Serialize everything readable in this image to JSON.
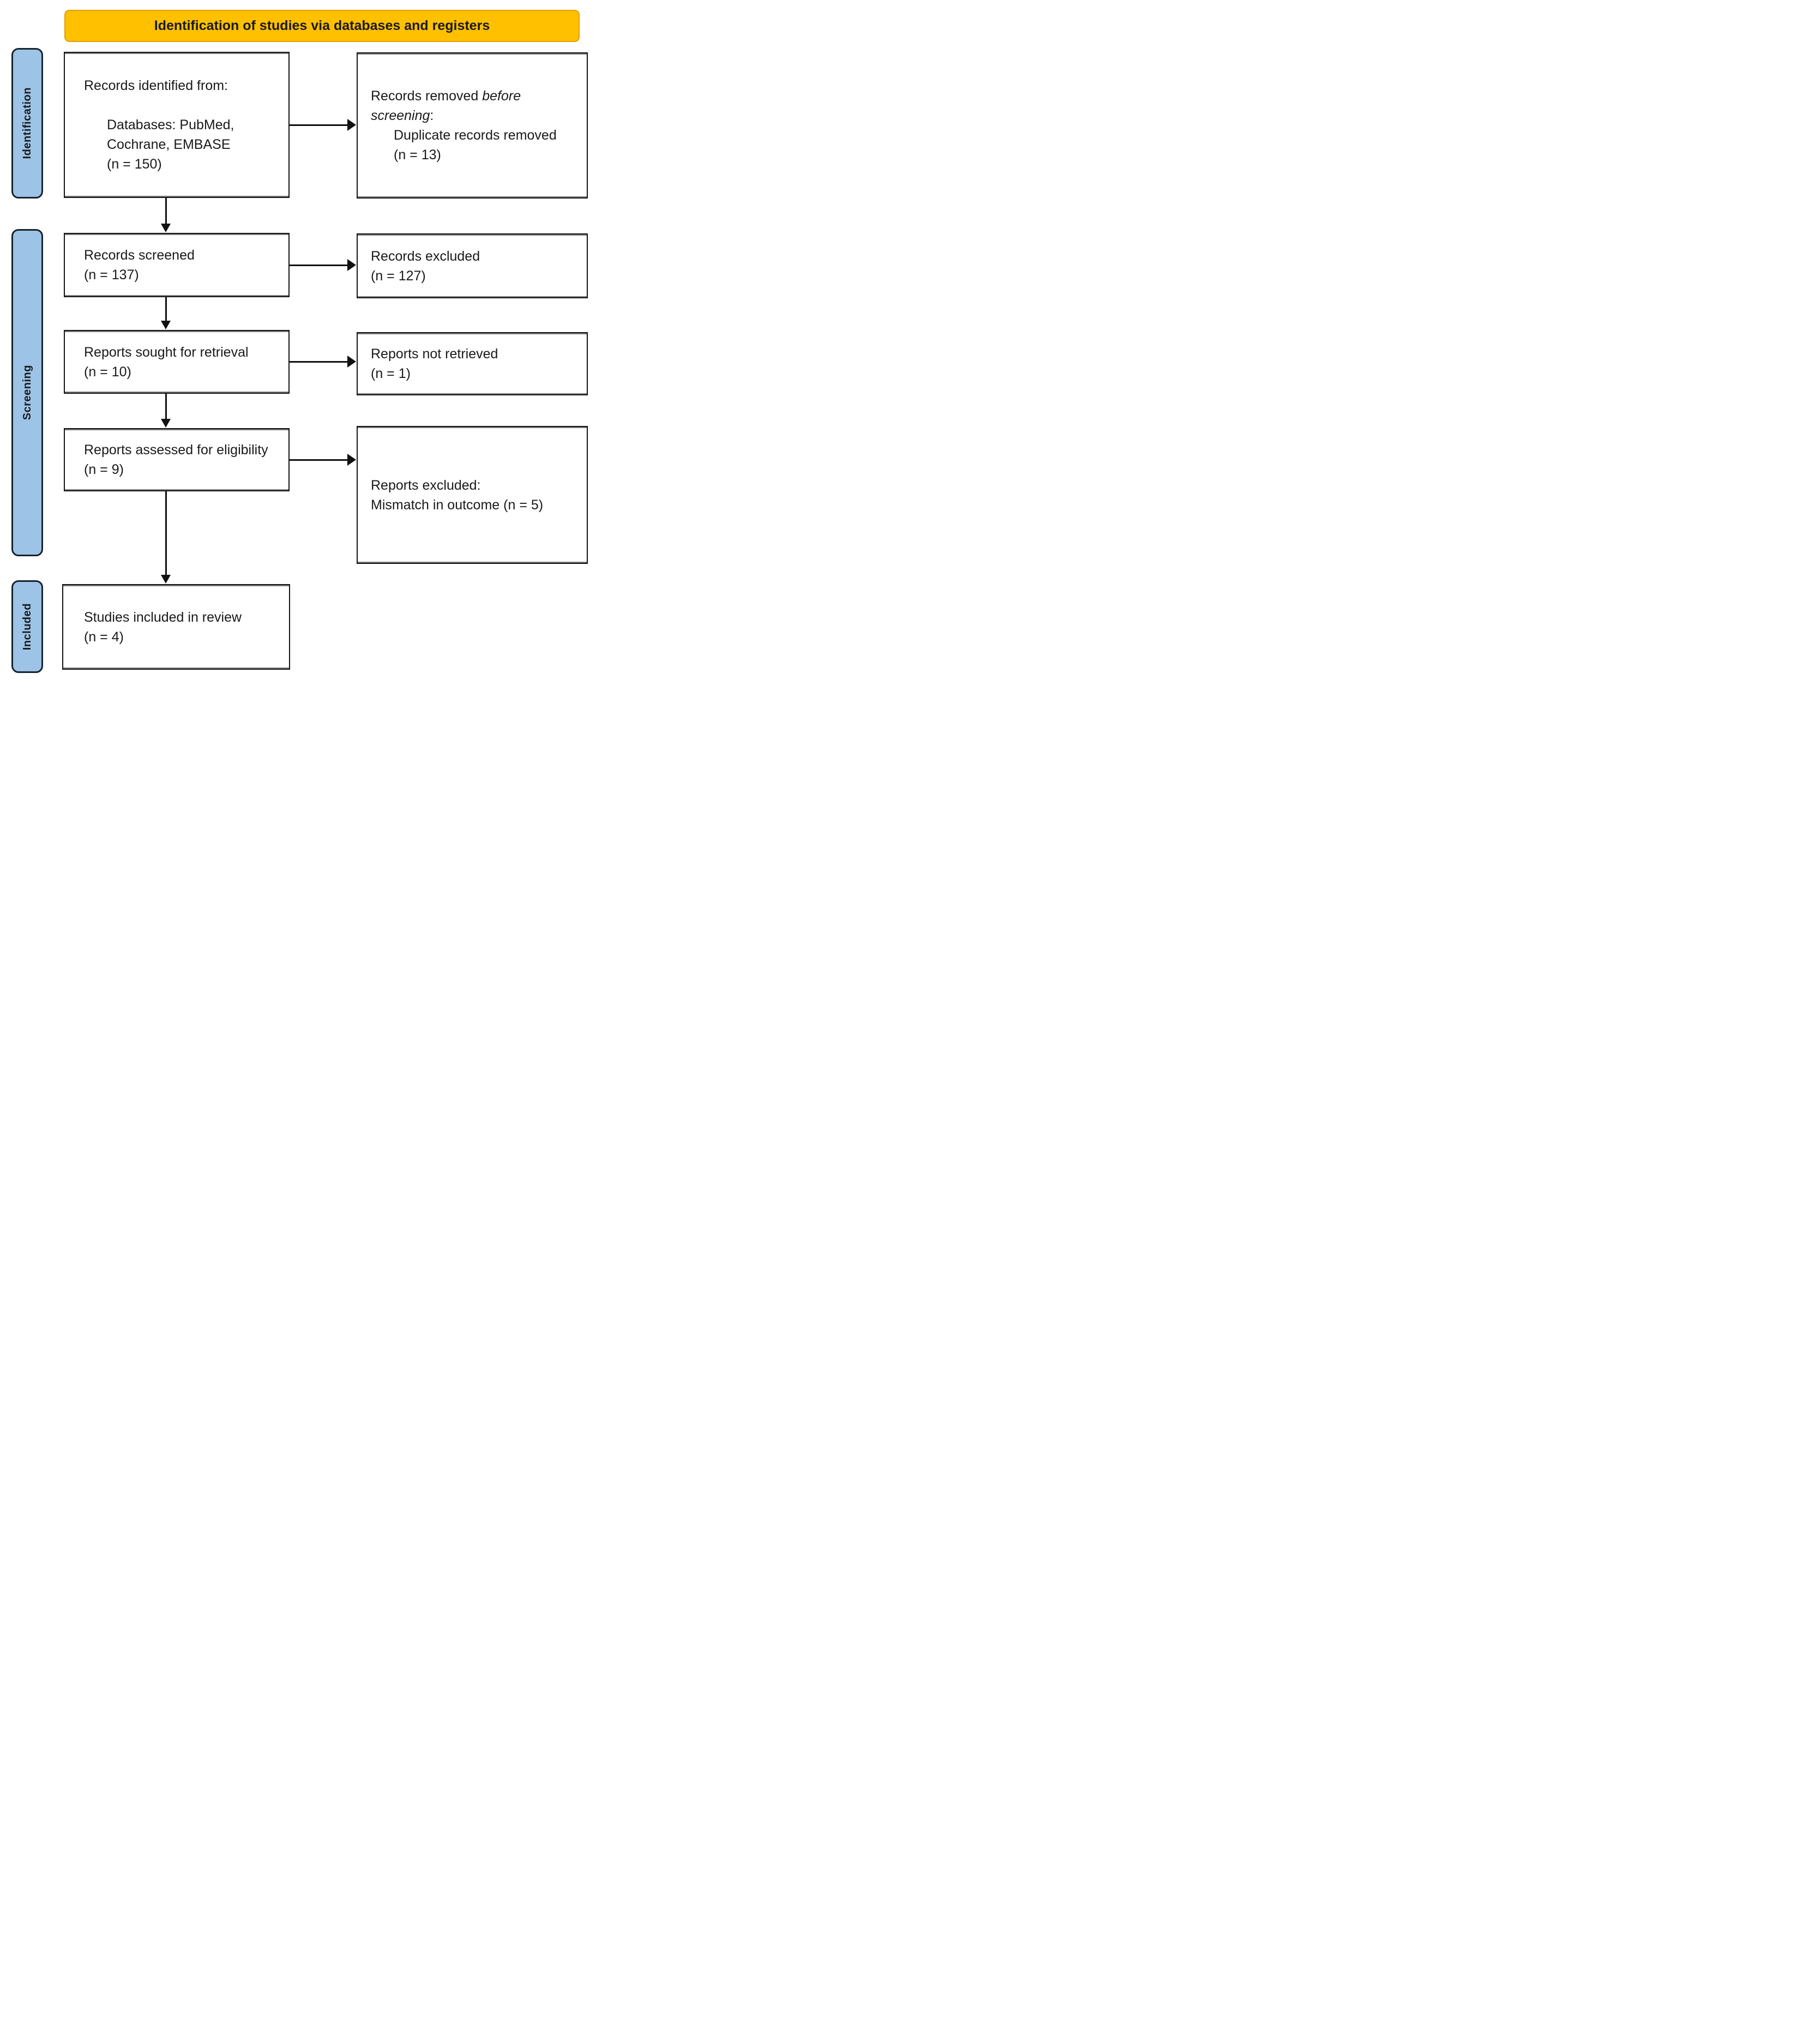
{
  "header": {
    "title": "Identification of studies via databases and registers"
  },
  "stages": {
    "identification": "Identification",
    "screening": "Screening",
    "included": "Included"
  },
  "boxes": {
    "records_identified": {
      "intro": "Records identified from:",
      "detail": "Databases: PubMed, Cochrane, EMBASE",
      "count": "(n = 150)"
    },
    "records_removed": {
      "prefix": "Records removed ",
      "italic": "before screening",
      "suffix": ":",
      "detail": "Duplicate records removed",
      "count": "(n = 13)"
    },
    "records_screened": {
      "label": "Records screened",
      "count": "(n = 137)"
    },
    "records_excluded": {
      "label": "Records excluded",
      "count": "(n = 127)"
    },
    "reports_sought": {
      "label": "Reports sought for retrieval",
      "count": "(n = 10)"
    },
    "reports_not_retrieved": {
      "label": "Reports not retrieved",
      "count": "(n = 1)"
    },
    "reports_assessed": {
      "label": "Reports assessed for eligibility",
      "count": "(n = 9)"
    },
    "reports_excluded": {
      "label": "Reports excluded:",
      "reason": "Mismatch in outcome (n = 5)"
    },
    "studies_included": {
      "label": "Studies included in review",
      "count": "(n = 4)"
    }
  },
  "colors": {
    "header_bg": "#FFC000",
    "header_border": "#DFA000",
    "stage_bg": "#9DC3E6",
    "stage_border": "#17222C",
    "box_border": "#141414",
    "arrow": "#111111"
  }
}
